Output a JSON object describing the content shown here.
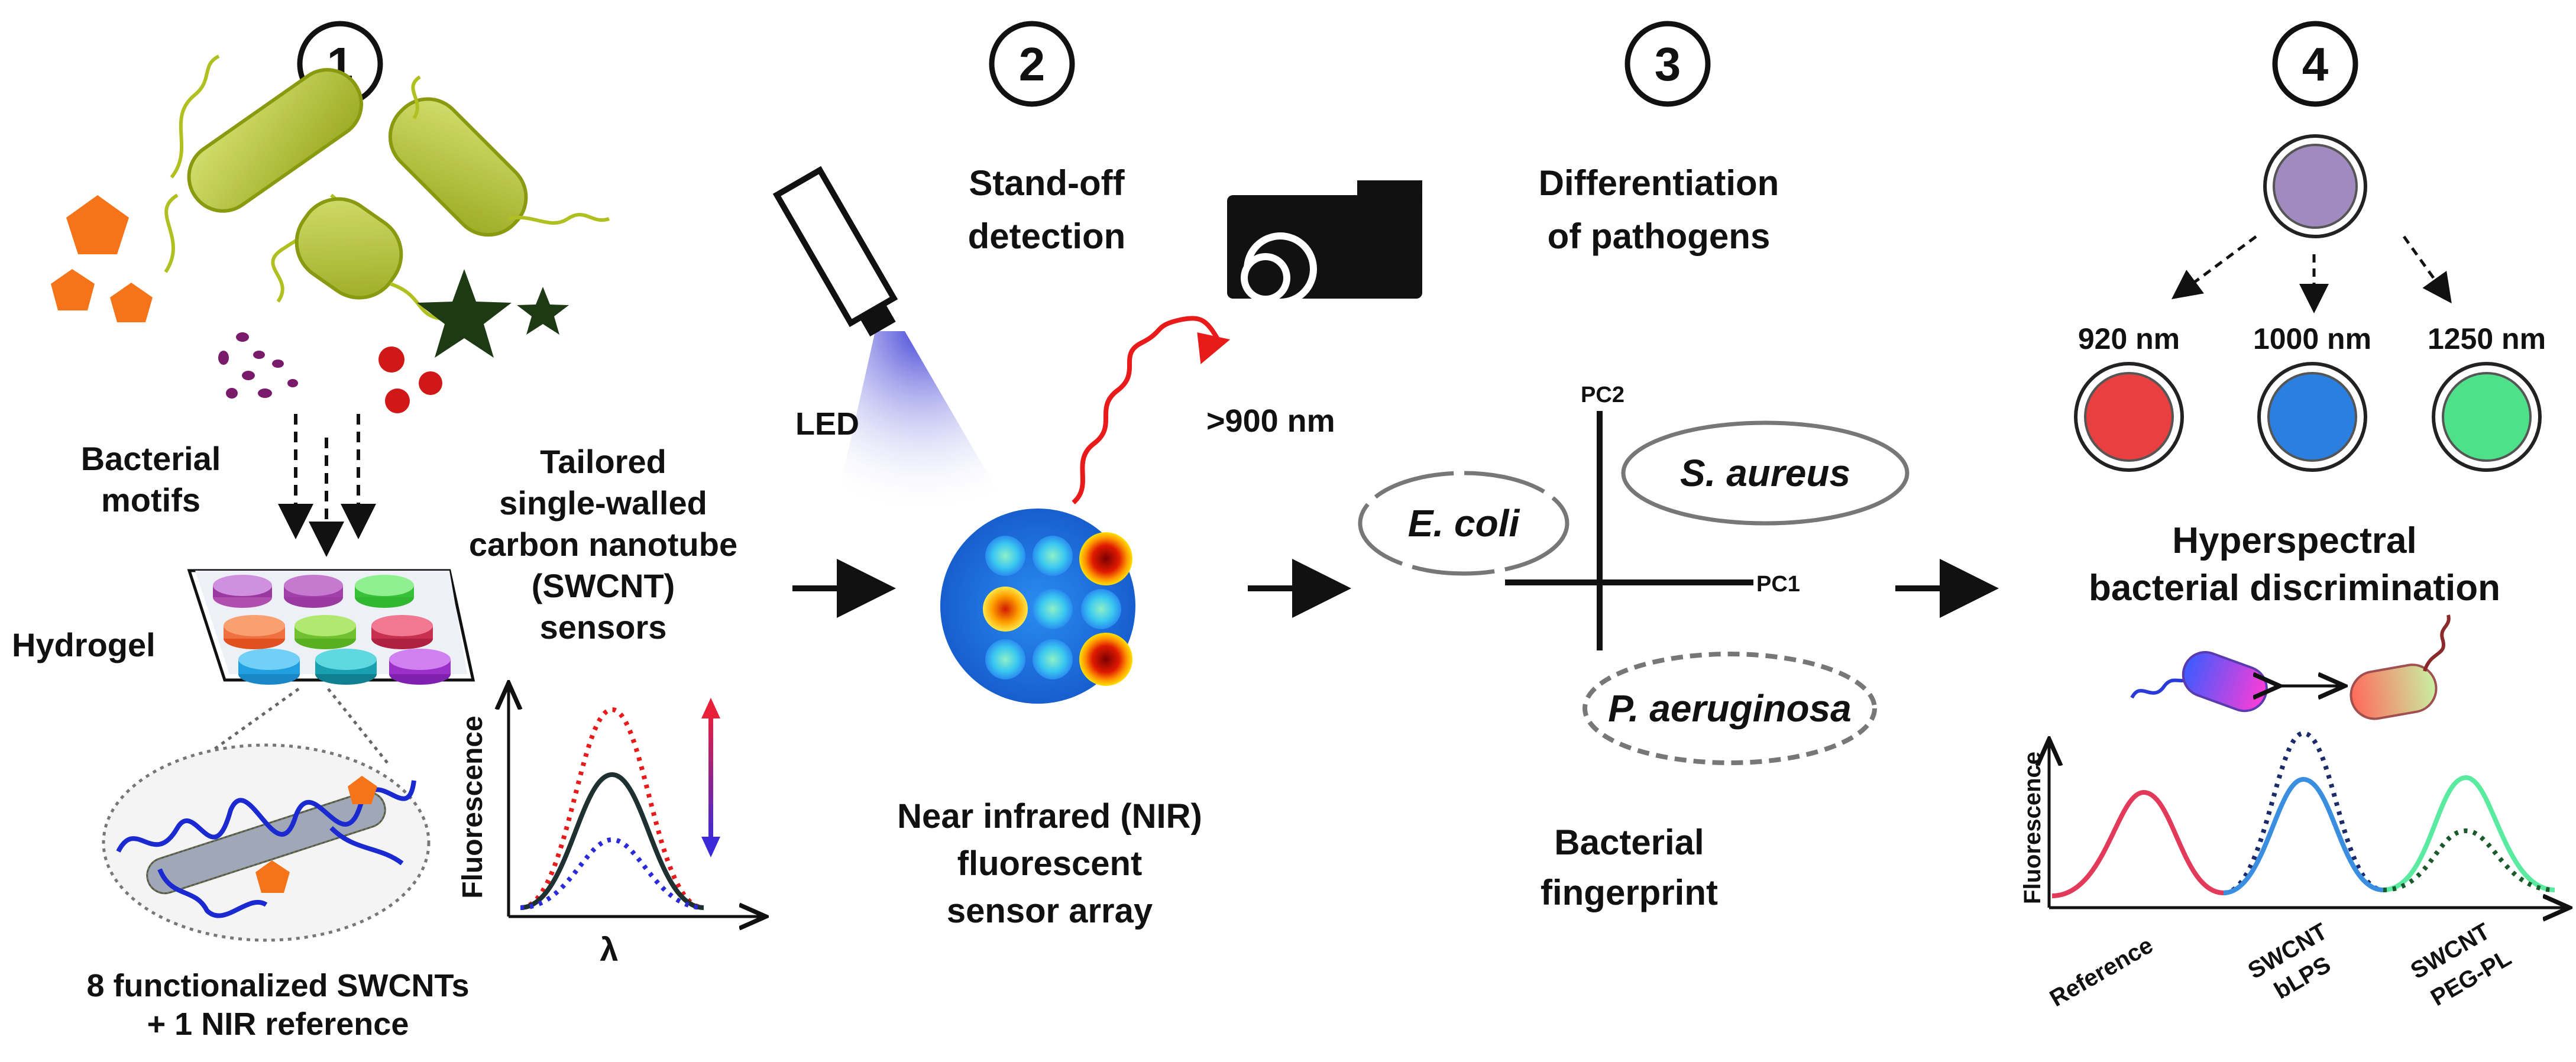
{
  "steps": [
    "1",
    "2",
    "3",
    "4"
  ],
  "panel1": {
    "bacterial_motifs": [
      "Bacterial",
      "motifs"
    ],
    "hydrogel": "Hydrogel",
    "tailored": [
      "Tailored",
      "single-walled",
      "carbon nanotube",
      "(SWCNT)",
      "sensors"
    ],
    "fluor_axis": "Fluorescence",
    "lambda_axis": "λ",
    "caption": [
      "8 functionalized SWCNTs",
      "+ 1 NIR reference"
    ]
  },
  "panel2": {
    "title": [
      "Stand-off",
      "detection"
    ],
    "led": "LED",
    "nm": ">900 nm",
    "caption": [
      "Near infrared (NIR)",
      "fluorescent",
      "sensor array"
    ]
  },
  "panel3": {
    "title": [
      "Differentiation",
      "of pathogens"
    ],
    "pc2": "PC2",
    "pc1": "PC1",
    "ecoli": "E. coli",
    "saureus": "S. aureus",
    "paeruginosa": "P. aeruginosa",
    "caption": [
      "Bacterial",
      "fingerprint"
    ]
  },
  "panel4": {
    "wavelengths": [
      "920 nm",
      "1000 nm",
      "1250 nm"
    ],
    "title": [
      "Hyperspectral",
      "bacterial discrimination"
    ],
    "fluor_axis": "Fluorescence",
    "x_labels": [
      [
        "Reference"
      ],
      [
        "SWCNT",
        "bLPS"
      ],
      [
        "SWCNT",
        "PEG-PL"
      ]
    ]
  },
  "colors": {
    "red": "#e84040",
    "blue": "#2a7fe0",
    "green": "#4fe08a",
    "purple": "#a18abf",
    "bacteria_green": "#b8c640",
    "orange": "#f5741a"
  }
}
